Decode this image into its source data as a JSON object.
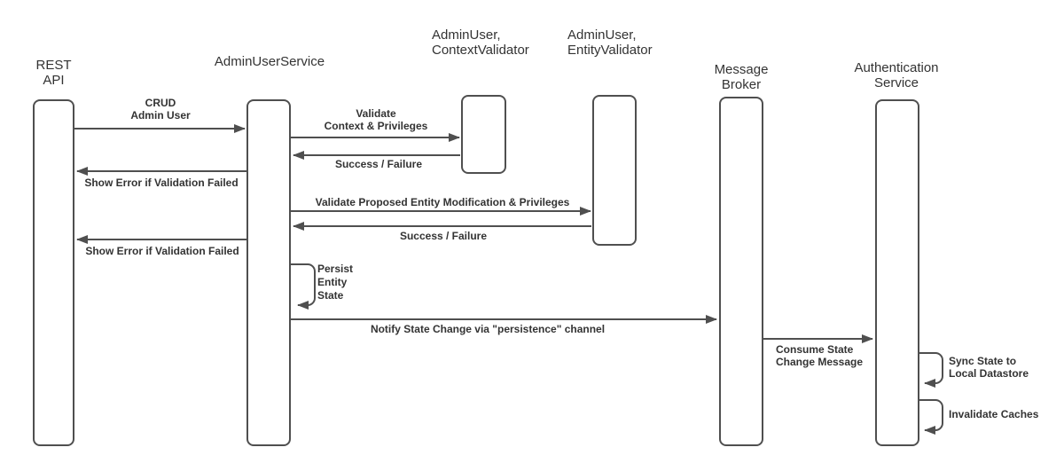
{
  "colors": {
    "line": "#4f4f4f",
    "text": "#333333",
    "canvas": "#ffffff"
  },
  "diagram_type": "uml-sequence",
  "actors": [
    {
      "id": "rest-api",
      "label": "REST\nAPI"
    },
    {
      "id": "admin-user-service",
      "label": "AdminUserService"
    },
    {
      "id": "context-validator",
      "label": "AdminUser,\nContextValidator"
    },
    {
      "id": "entity-validator",
      "label": "AdminUser,\nEntityValidator"
    },
    {
      "id": "message-broker",
      "label": "Message\nBroker"
    },
    {
      "id": "authentication-service",
      "label": "Authentication\nService"
    }
  ],
  "messages": [
    {
      "id": "crud-admin-user",
      "from": "REST API",
      "to": "AdminUserService",
      "label": "CRUD\nAdmin User"
    },
    {
      "id": "show-error-1",
      "from": "AdminUserService",
      "to": "REST API",
      "label": "Show Error if Validation Failed"
    },
    {
      "id": "validate-context",
      "from": "AdminUserService",
      "to": "AdminUser, ContextValidator",
      "label": "Validate\nContext & Privileges"
    },
    {
      "id": "context-result",
      "from": "AdminUser, ContextValidator",
      "to": "AdminUserService",
      "label": "Success / Failure"
    },
    {
      "id": "validate-entity",
      "from": "AdminUserService",
      "to": "AdminUser, EntityValidator",
      "label": "Validate Proposed Entity Modification & Privileges"
    },
    {
      "id": "entity-result",
      "from": "AdminUser, EntityValidator",
      "to": "AdminUserService",
      "label": "Success / Failure"
    },
    {
      "id": "show-error-2",
      "from": "AdminUserService",
      "to": "REST API",
      "label": "Show Error if Validation Failed"
    },
    {
      "id": "persist-entity-state",
      "from": "AdminUserService",
      "to": "AdminUserService",
      "label": "Persist\nEntity\nState"
    },
    {
      "id": "notify-state-change",
      "from": "AdminUserService",
      "to": "Message Broker",
      "label": "Notify State Change via \"persistence\" channel"
    },
    {
      "id": "consume-state-change",
      "from": "Message Broker",
      "to": "Authentication Service",
      "label": "Consume State\nChange Message"
    },
    {
      "id": "sync-state",
      "from": "Authentication Service",
      "to": "Authentication Service",
      "label": "Sync State to\nLocal Datastore"
    },
    {
      "id": "invalidate-caches",
      "from": "Authentication Service",
      "to": "Authentication Service",
      "label": "Invalidate Caches"
    }
  ]
}
